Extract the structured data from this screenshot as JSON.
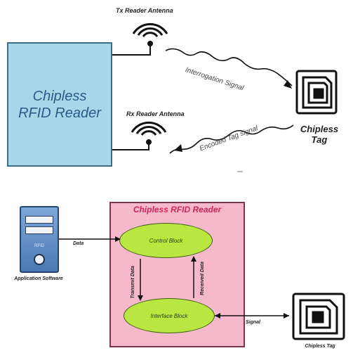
{
  "top": {
    "reader_title": "Chipless RFID Reader",
    "tx_antenna": "Tx Reader Antenna",
    "rx_antenna": "Rx Reader Antenna",
    "interrogation_signal": "Interrogation Signal",
    "encoded_signal": "Encoded Tag signal",
    "tag_label": "Chipless Tag"
  },
  "bottom": {
    "reader_title": "Chipless RFID Reader",
    "control_block": "Control Block",
    "interface_block": "Interface Block",
    "transmit_data": "Transmit Data",
    "received_data": "Received Data",
    "data_label": "Data",
    "signal_label": "Signal",
    "app_software": "Application Software",
    "computer_text": "RFID",
    "tag_label": "Chipless Tag"
  }
}
